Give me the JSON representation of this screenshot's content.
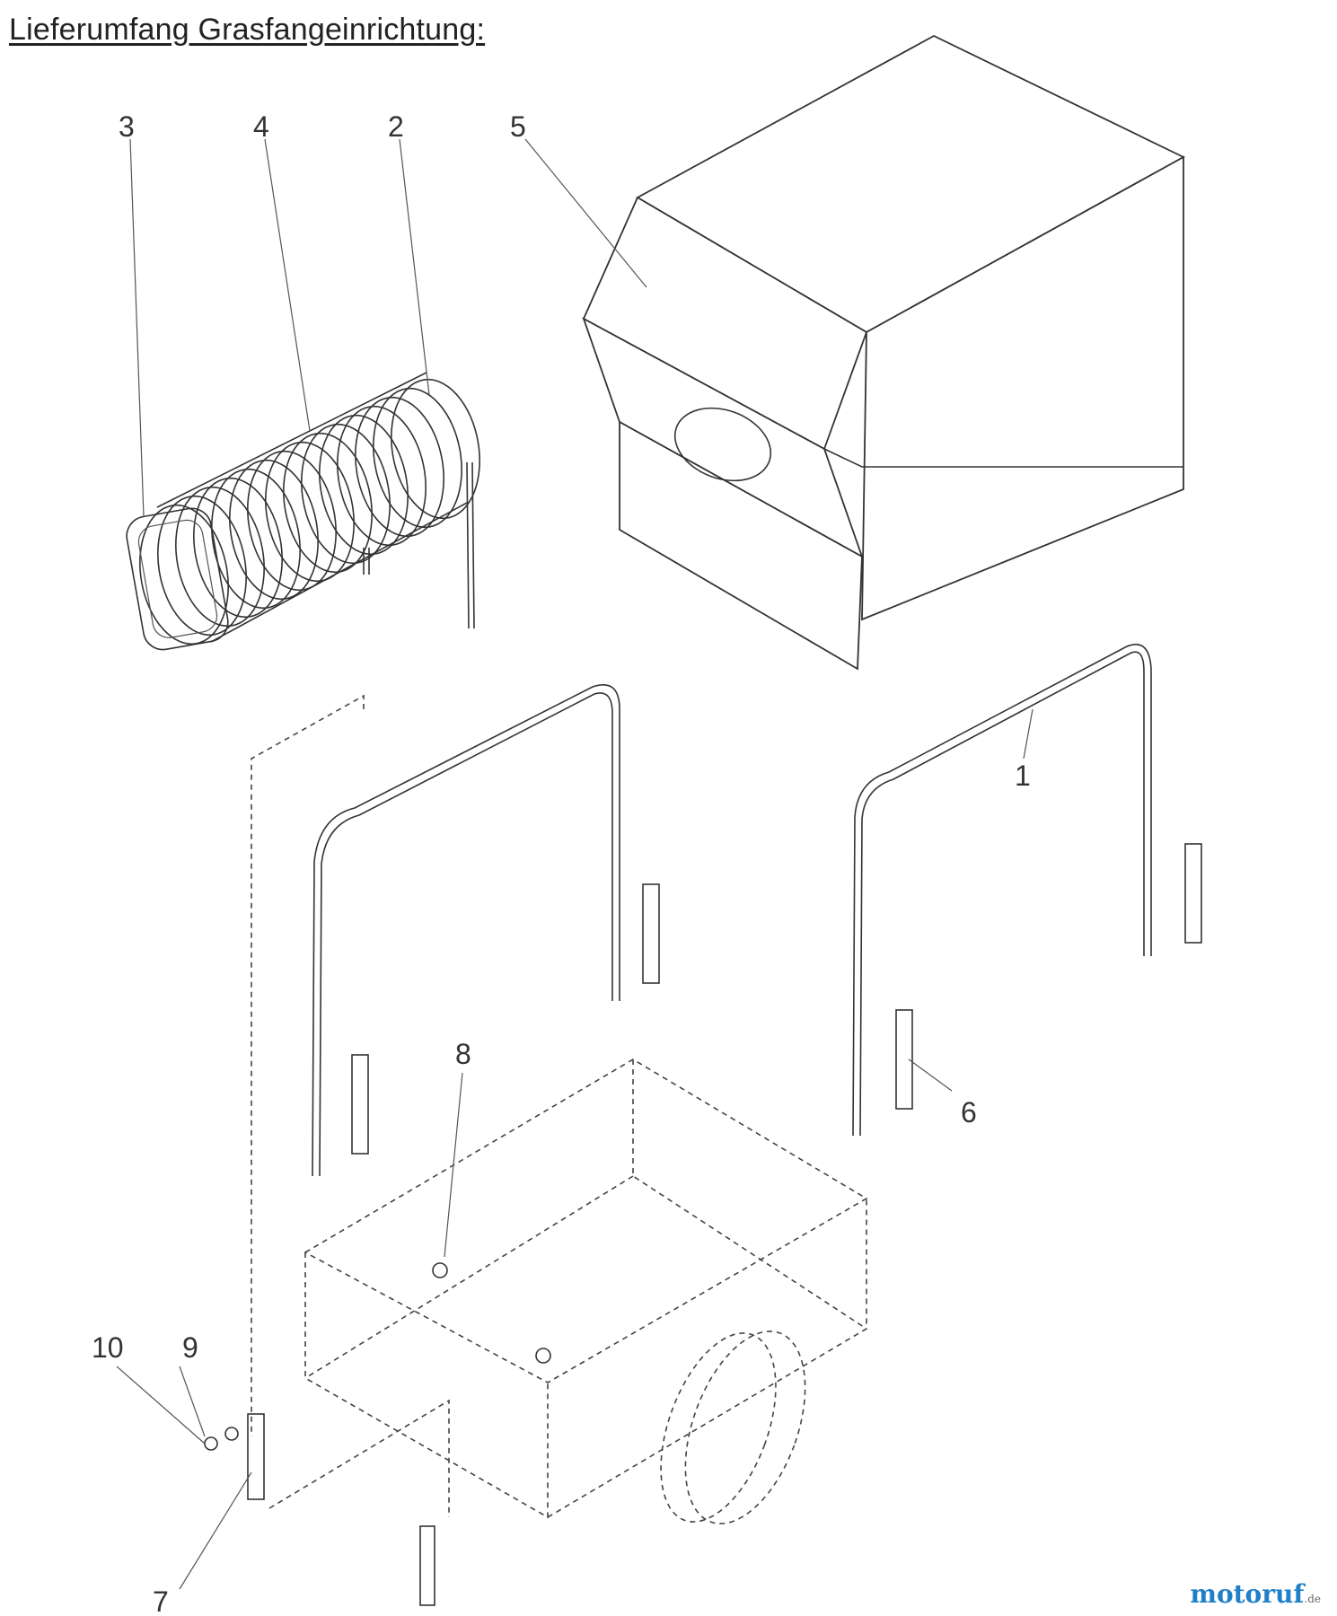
{
  "title": "Lieferumfang Grasfangeinrichtung:",
  "callouts": [
    "1",
    "2",
    "3",
    "4",
    "5",
    "6",
    "7",
    "8",
    "9",
    "10"
  ],
  "parts": [
    {
      "num": "1",
      "icon": "frame-bar-icon"
    },
    {
      "num": "2",
      "icon": "hose-clamp-icon"
    },
    {
      "num": "3",
      "icon": "hose-end-icon"
    },
    {
      "num": "4",
      "icon": "flexible-hose-icon"
    },
    {
      "num": "5",
      "icon": "grass-bag-icon"
    },
    {
      "num": "6",
      "icon": "bracket-icon"
    },
    {
      "num": "7",
      "icon": "hitch-bracket-icon"
    },
    {
      "num": "8",
      "icon": "screw-icon"
    },
    {
      "num": "9",
      "icon": "washer-icon"
    },
    {
      "num": "10",
      "icon": "nut-icon"
    }
  ],
  "logo": {
    "main": "motoruf",
    "tld": ".de"
  },
  "colors": {
    "line": "#333333",
    "logo_blue": "#1f7fc8",
    "logo_gray": "#8a8a8a"
  }
}
